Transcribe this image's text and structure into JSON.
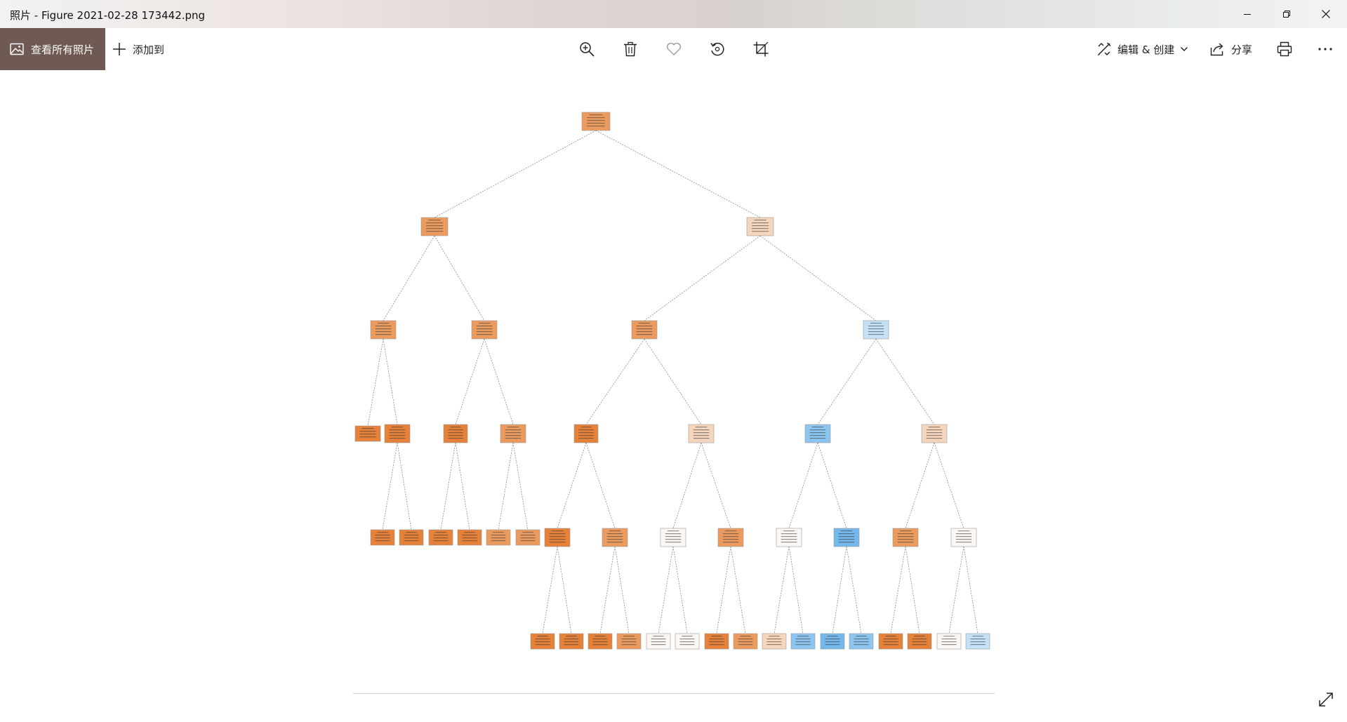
{
  "window": {
    "app_name": "照片",
    "separator": " - ",
    "file_name": "Figure 2021-02-28 173442.png"
  },
  "toolbar": {
    "see_all_label": "查看所有照片",
    "add_to_label": "添加到",
    "edit_create_label": "编辑 & 创建",
    "share_label": "分享",
    "icons": [
      "zoom-in-icon",
      "delete-icon",
      "heart-icon",
      "rotate-icon",
      "crop-icon",
      "print-icon",
      "more-icon"
    ]
  },
  "tree": {
    "colors": {
      "orange_dark": "#e58139",
      "orange_mid": "#ec9b5f",
      "orange_light": "#f6d5bd",
      "white": "#fcf7f3",
      "blue_light": "#c4e1f7",
      "blue_mid": "#8cc5ef",
      "blue_dark": "#74b8ec"
    },
    "level_nodes": [
      1,
      2,
      4,
      8,
      14,
      16
    ]
  }
}
